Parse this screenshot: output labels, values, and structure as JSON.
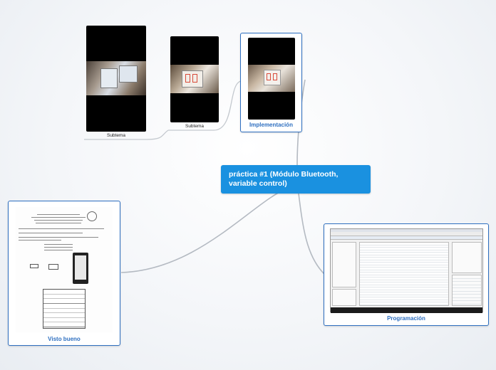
{
  "central": {
    "title": "práctica #1 (Módulo Bluetooth, variable control)"
  },
  "branches": {
    "implementacion": {
      "label": "Implementación"
    },
    "subtema_1": {
      "label": "Subtema"
    },
    "subtema_2": {
      "label": "Subtema"
    },
    "visto_bueno": {
      "label": "Visto bueno"
    },
    "programacion": {
      "label": "Programación"
    }
  },
  "colors": {
    "central_fill": "#1a91e0",
    "card_border": "#2e6fc0",
    "link": "#b4bac2"
  }
}
